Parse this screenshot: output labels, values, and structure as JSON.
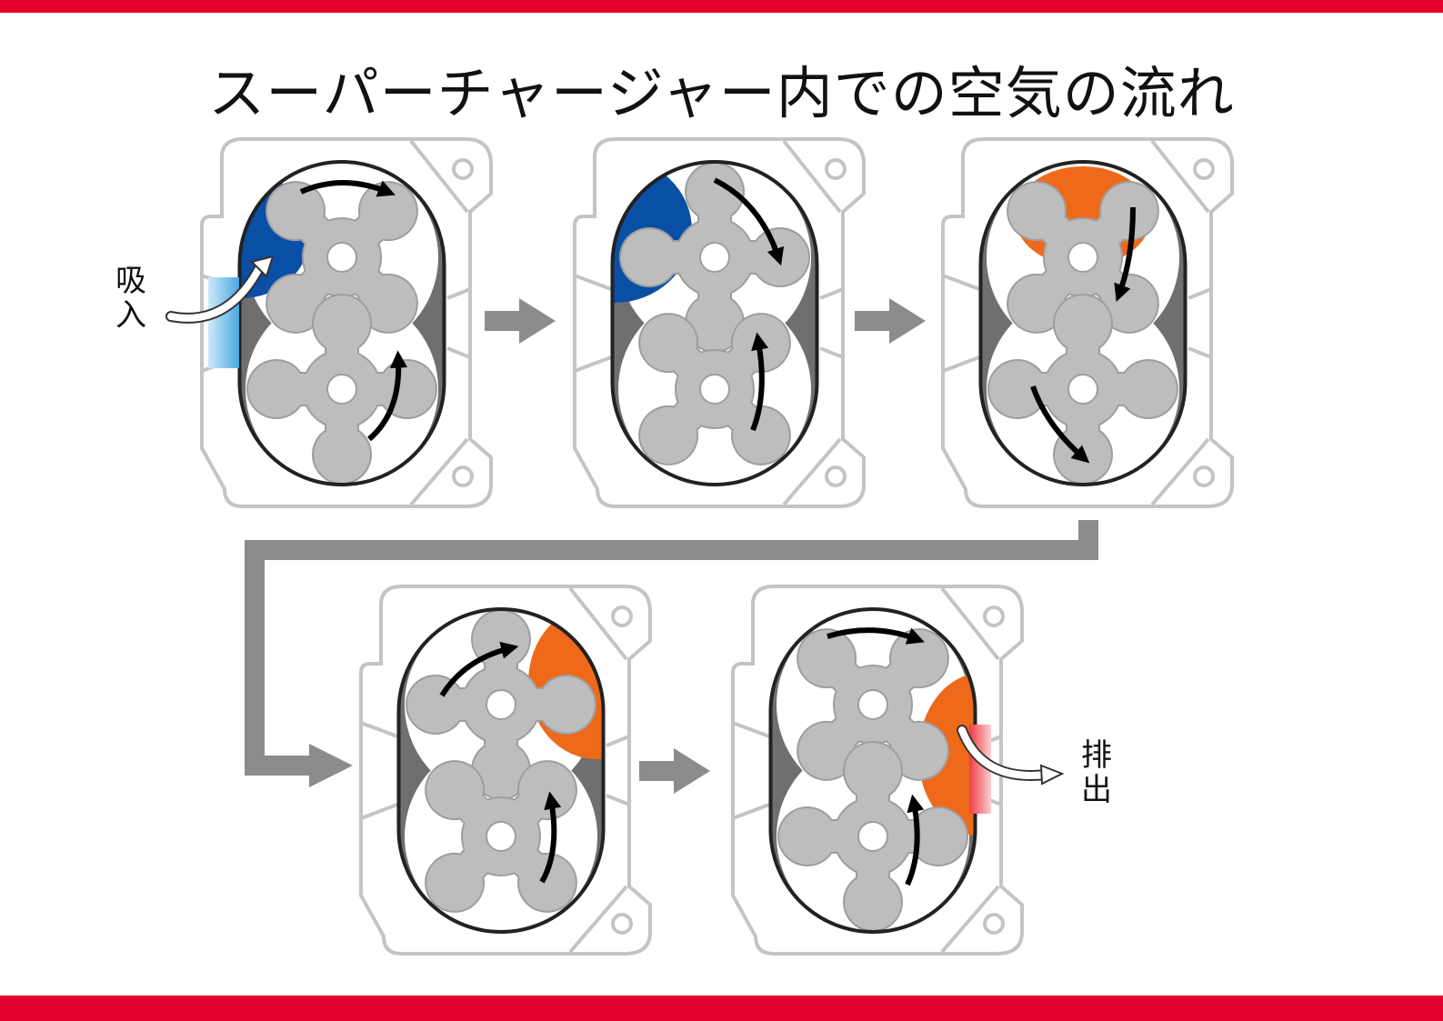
{
  "title": "スーパーチャージャー内での空気の流れ",
  "labels": {
    "intake_line1": "吸",
    "intake_line2": "入",
    "exhaust_line1": "排",
    "exhaust_line2": "出"
  },
  "colors": {
    "frame_red": "#e6002d",
    "intake_blue": "#0a4fa6",
    "intake_port": "#5ab4e6",
    "compressed_orange": "#ee6a1a",
    "exhaust_port": "#f05a5a",
    "rotor_gray": "#bdbdbd",
    "flow_arrow_gray": "#8c8c8c"
  },
  "stages": [
    {
      "step": 1,
      "pocket": "intake"
    },
    {
      "step": 2,
      "pocket": "intake"
    },
    {
      "step": 3,
      "pocket": "compressed"
    },
    {
      "step": 4,
      "pocket": "compressed"
    },
    {
      "step": 5,
      "pocket": "exhaust"
    }
  ]
}
